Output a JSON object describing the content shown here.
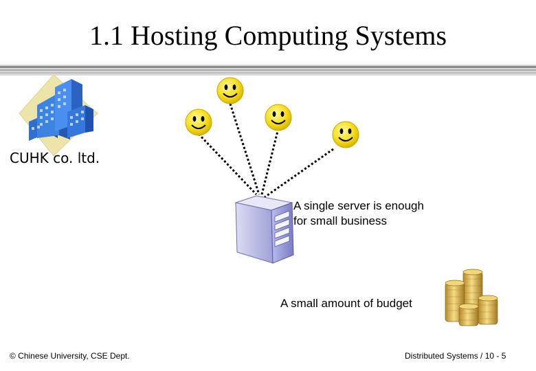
{
  "slide": {
    "title": "1.1 Hosting Computing Systems",
    "company_label": "CUHK co. ltd.",
    "server_caption": [
      "A single server is enough",
      "for small business"
    ],
    "budget_caption": "A small amount of budget"
  },
  "footer": {
    "left": "© Chinese University, CSE Dept.",
    "right": "Distributed Systems / 10 - 5"
  },
  "icons": [
    "building-icon",
    "smiley-icon",
    "server-icon",
    "coins-icon"
  ],
  "colors": {
    "rule_gray": "#8a8a8a",
    "smiley_yellow": "#f7e01e",
    "building_blue": "#2f6fd0",
    "coin_gold": "#d6b04a",
    "server_purple": "#8e8fd0"
  }
}
